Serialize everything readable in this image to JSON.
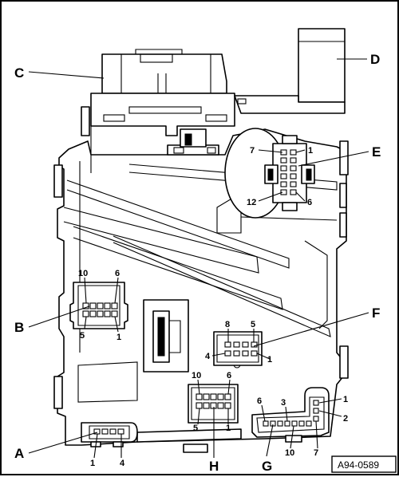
{
  "figure_ref": "A94-0589",
  "connectors": {
    "A": {
      "letter": "A",
      "pins": [
        "1",
        "4"
      ]
    },
    "B": {
      "letter": "B",
      "pins": [
        "10",
        "6",
        "5",
        "1"
      ]
    },
    "C": {
      "letter": "C"
    },
    "D": {
      "letter": "D"
    },
    "E": {
      "letter": "E",
      "pins": [
        "7",
        "1",
        "12",
        "6"
      ]
    },
    "F": {
      "letter": "F",
      "pins": [
        "8",
        "5",
        "4",
        "1"
      ]
    },
    "G": {
      "letter": "G",
      "pins": [
        "6",
        "3",
        "1",
        "2",
        "10",
        "7"
      ]
    },
    "H": {
      "letter": "H",
      "pins": [
        "10",
        "6",
        "5",
        "1"
      ]
    }
  }
}
